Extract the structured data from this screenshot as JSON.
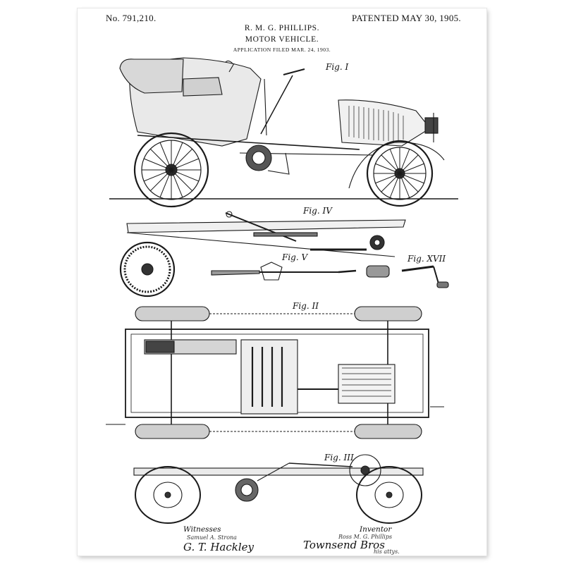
{
  "header": {
    "patent_number": "No. 791,210.",
    "patented": "PATENTED MAY 30, 1905.",
    "inventor": "R. M. G. PHILLIPS.",
    "title": "MOTOR VEHICLE.",
    "filed": "APPLICATION FILED MAR. 24, 1903."
  },
  "figures": {
    "fig1": "Fig. I",
    "fig2": "Fig. II",
    "fig3": "Fig. III",
    "fig4": "Fig. IV",
    "fig5": "Fig. V",
    "fig17": "Fig. XVII"
  },
  "signatures": {
    "witnesses_label": "Witnesses",
    "witness_1": "Samuel A. Strona",
    "witness_2": "G. T. Hackley",
    "inventor_label": "Inventor",
    "inventor_sig": "Ross M. G. Phillips",
    "attorneys": "Townsend Bros",
    "attys_note": "his attys."
  }
}
